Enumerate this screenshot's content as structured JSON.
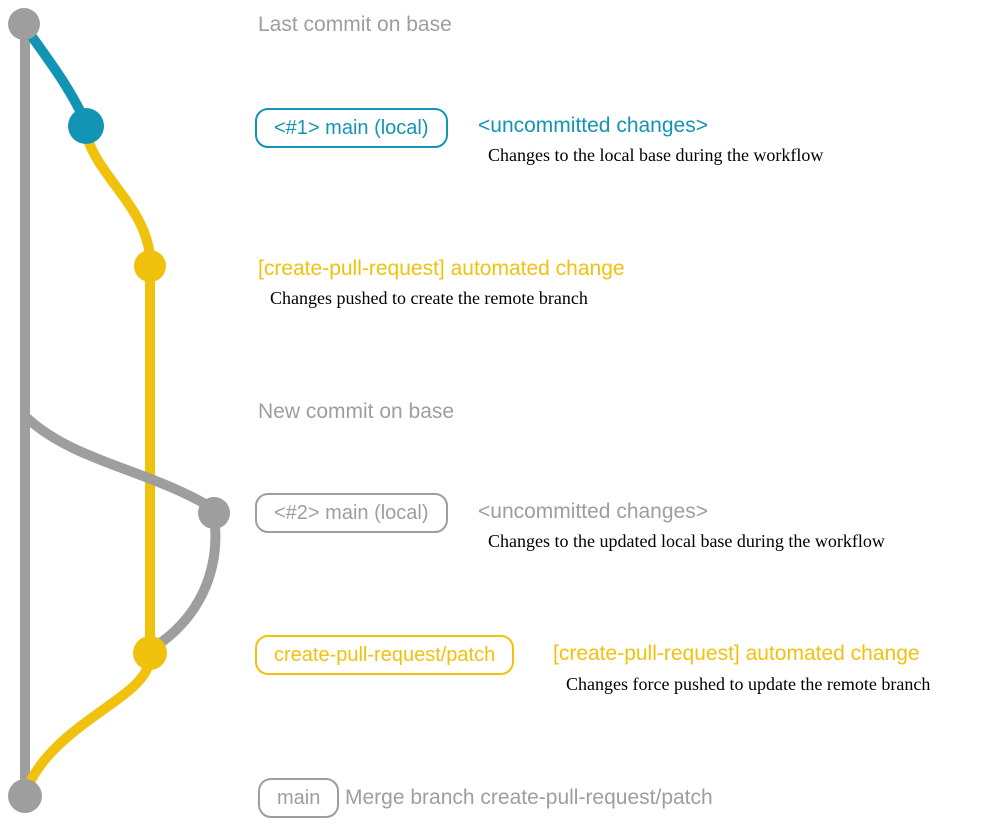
{
  "colors": {
    "gray": "#9E9E9E",
    "teal": "#1295B5",
    "yellow": "#F0C20E",
    "ink": "#000000"
  },
  "rows": {
    "last_commit": {
      "label": "Last commit on base"
    },
    "commit1": {
      "badge": "<#1> main (local)",
      "title": "<uncommitted changes>",
      "note": "Changes to the local base during the workflow"
    },
    "push1": {
      "title": "[create-pull-request] automated change",
      "note": "Changes pushed to create the remote branch"
    },
    "new_commit": {
      "label": "New commit on base"
    },
    "commit2": {
      "badge": "<#2> main (local)",
      "title": "<uncommitted changes>",
      "note": "Changes to the updated local base during the workflow"
    },
    "push2": {
      "badge": "create-pull-request/patch",
      "title": "[create-pull-request] automated change",
      "note": "Changes force pushed to update the remote branch"
    },
    "merge": {
      "badge": "main",
      "label": "Merge branch create-pull-request/patch"
    }
  }
}
